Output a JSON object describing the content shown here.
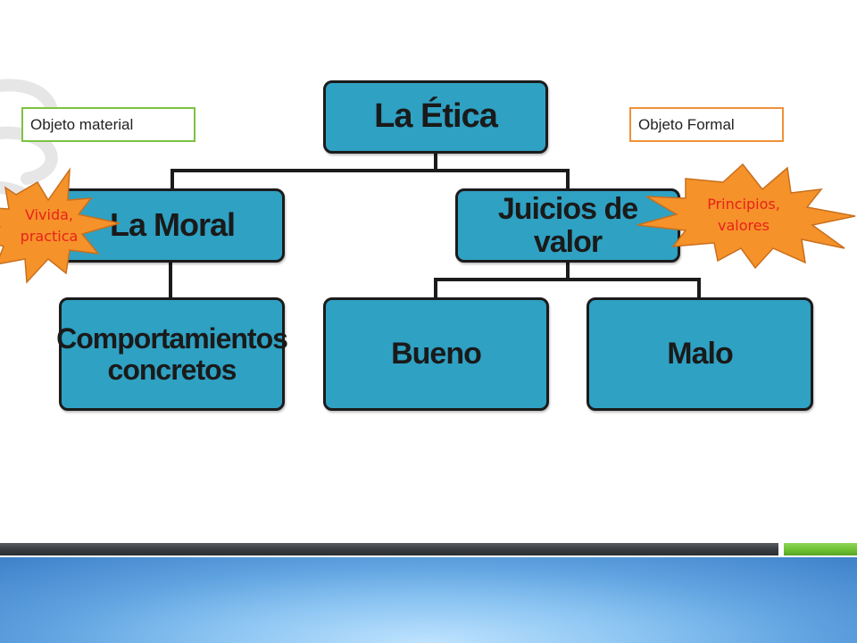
{
  "diagram": {
    "nodes": {
      "root": "La Ética",
      "moral": "La Moral",
      "juicios": "Juicios de valor",
      "comportamientos": "Comportamientos\nconcretos",
      "bueno": "Bueno",
      "malo": "Malo"
    },
    "labels": {
      "objeto_material": "Objeto material",
      "objeto_formal": "Objeto Formal"
    },
    "bursts": {
      "left": "Vivida,\npractica",
      "right": "Principios,\nvalores"
    }
  },
  "colors": {
    "node_fill": "#2fa1c3",
    "node_border": "#1b1b1b",
    "label_material_border": "#7cc242",
    "label_formal_border": "#f0913a",
    "burst_fill": "#f5922a",
    "burst_text": "#e8221b",
    "stripe_dark": "#3b3f43",
    "stripe_green": "#6bbf2f",
    "band_blue": "#5fa2e0"
  }
}
